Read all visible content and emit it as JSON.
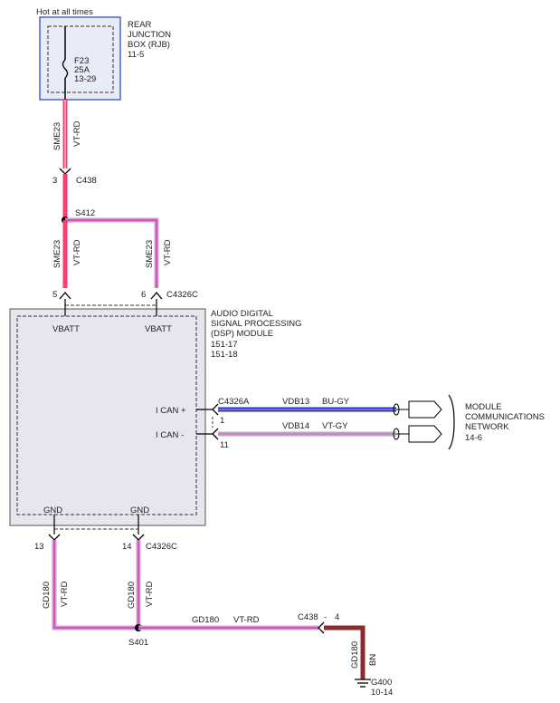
{
  "colors": {
    "module_fill": "#e6e6ee",
    "rjb_fill": "#e9ecf7",
    "rjb_border": "#3a5cc8",
    "vt_rd_outer": "#ff3e6c",
    "vt_rd_inner": "#ff3e6c",
    "vt_rd_stripe": "#b91c3c",
    "vt_gy": "#d39ad9",
    "bu_gy": "#2a2fd0",
    "bn": "#8b2b2b",
    "wire_line": "#cf2f9a"
  },
  "top_label": "Hot at all times",
  "rjb": {
    "name_line1": "REAR",
    "name_line2": "JUNCTION",
    "name_line3": "BOX (RJB)",
    "ref": "11-5",
    "fuse_name": "F23",
    "fuse_rating": "25A",
    "fuse_ref": "13-29"
  },
  "wires": {
    "w1_circuit": "SME23",
    "w1_color": "VT-RD",
    "c438_pin": "3",
    "c438_name": "C438",
    "splice_top": "S412",
    "w2_circuit": "SME23",
    "w2_color": "VT-RD",
    "w3_circuit": "SME23",
    "w3_color": "VT-RD",
    "pin5": "5",
    "pin6": "6",
    "conn_top": "C4326C",
    "can_conn": "C4326A",
    "can_pin1": "1",
    "can_pin11": "11",
    "can_w1_circuit": "VDB13",
    "can_w1_color": "BU-GY",
    "can_w2_circuit": "VDB14",
    "can_w2_color": "VT-GY",
    "pin13": "13",
    "pin14": "14",
    "conn_bottom": "C4326C",
    "gnd_w1_circuit": "GD180",
    "gnd_w1_color": "VT-RD",
    "gnd_w2_circuit": "GD180",
    "gnd_w2_color": "VT-RD",
    "splice_bottom": "S401",
    "horiz_circuit": "GD180",
    "horiz_color": "VT-RD",
    "c438_bottom": "C438",
    "c438_dash": "-",
    "c438_bottom_pin": "4",
    "bn_circuit": "GD180",
    "bn_color": "BN",
    "ground_name": "G400",
    "ground_ref": "10-14"
  },
  "module": {
    "title_line1": "AUDIO DIGITAL",
    "title_line2": "SIGNAL PROCESSING",
    "title_line3": "(DSP) MODULE",
    "ref1": "151-17",
    "ref2": "151-18",
    "vbatt1": "VBATT",
    "vbatt2": "VBATT",
    "ican_plus": "I CAN +",
    "ican_minus": "I CAN -",
    "gnd1": "GND",
    "gnd2": "GND"
  },
  "network": {
    "line1": "MODULE",
    "line2": "COMMUNICATIONS",
    "line3": "NETWORK",
    "ref": "14-6"
  }
}
